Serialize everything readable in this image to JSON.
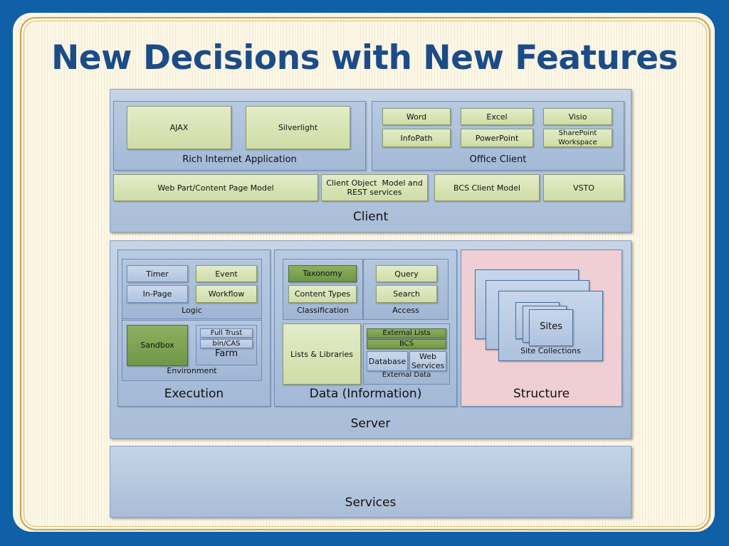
{
  "title": "New Decisions with New Features",
  "client": {
    "label": "Client",
    "ria": {
      "label": "Rich Internet Application",
      "items": [
        "AJAX",
        "Silverlight"
      ]
    },
    "office": {
      "label": "Office Client",
      "items": [
        "Word",
        "Excel",
        "Visio",
        "InfoPath",
        "PowerPoint",
        "SharePoint Workspace"
      ]
    },
    "models": [
      "Web Part/Content Page Model",
      "Client Object  Model and REST services",
      "BCS Client Model",
      "VSTO"
    ]
  },
  "server": {
    "label": "Server",
    "execution": {
      "label": "Execution",
      "logic": {
        "label": "Logic",
        "items": [
          "Timer",
          "Event",
          "In-Page",
          "Workflow"
        ]
      },
      "environment": {
        "label": "Environment",
        "sandbox": "Sandbox",
        "farm": {
          "label": "Farm",
          "items": [
            "Full Trust",
            "bin/CAS"
          ]
        }
      }
    },
    "data": {
      "label": "Data (Information)",
      "classification": {
        "label": "Classification",
        "items": [
          "Taxonomy",
          "Content Types"
        ]
      },
      "access": {
        "label": "Access",
        "items": [
          "Query",
          "Search"
        ]
      },
      "lists": "Lists & Libraries",
      "external": {
        "label": "External Data",
        "items": [
          "External Lists",
          "BCS",
          "Database",
          "Web Services"
        ]
      }
    },
    "structure": {
      "label": "Structure",
      "site_collections": "Site Collections",
      "sites": "Sites"
    }
  },
  "services": {
    "label": "Services"
  }
}
